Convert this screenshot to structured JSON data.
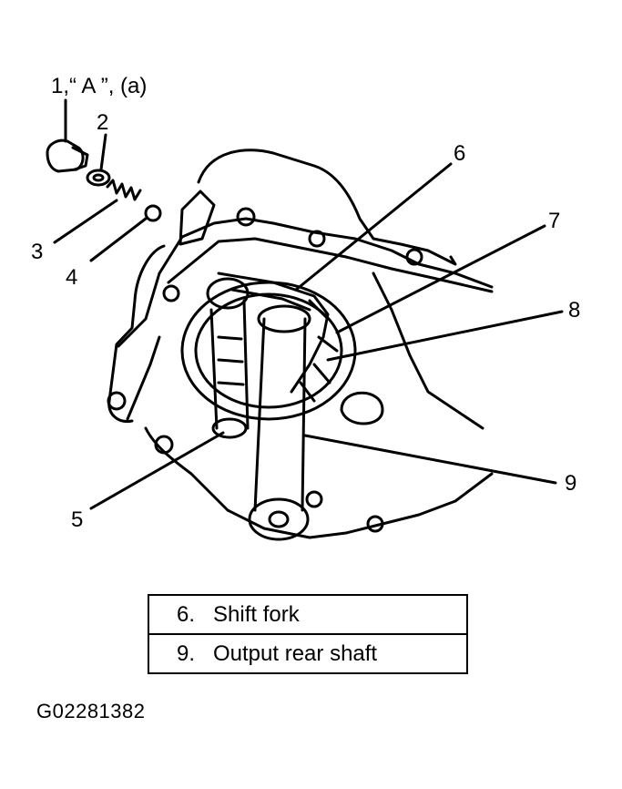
{
  "callouts": {
    "c1": "1,“ A ”, (a)",
    "c2": "2",
    "c3": "3",
    "c4": "4",
    "c5": "5",
    "c6": "6",
    "c7": "7",
    "c8": "8",
    "c9": "9"
  },
  "legend": [
    {
      "num": "6.",
      "text": "Shift fork"
    },
    {
      "num": "9.",
      "text": "Output rear shaft"
    }
  ],
  "figure_code": "G02281382"
}
